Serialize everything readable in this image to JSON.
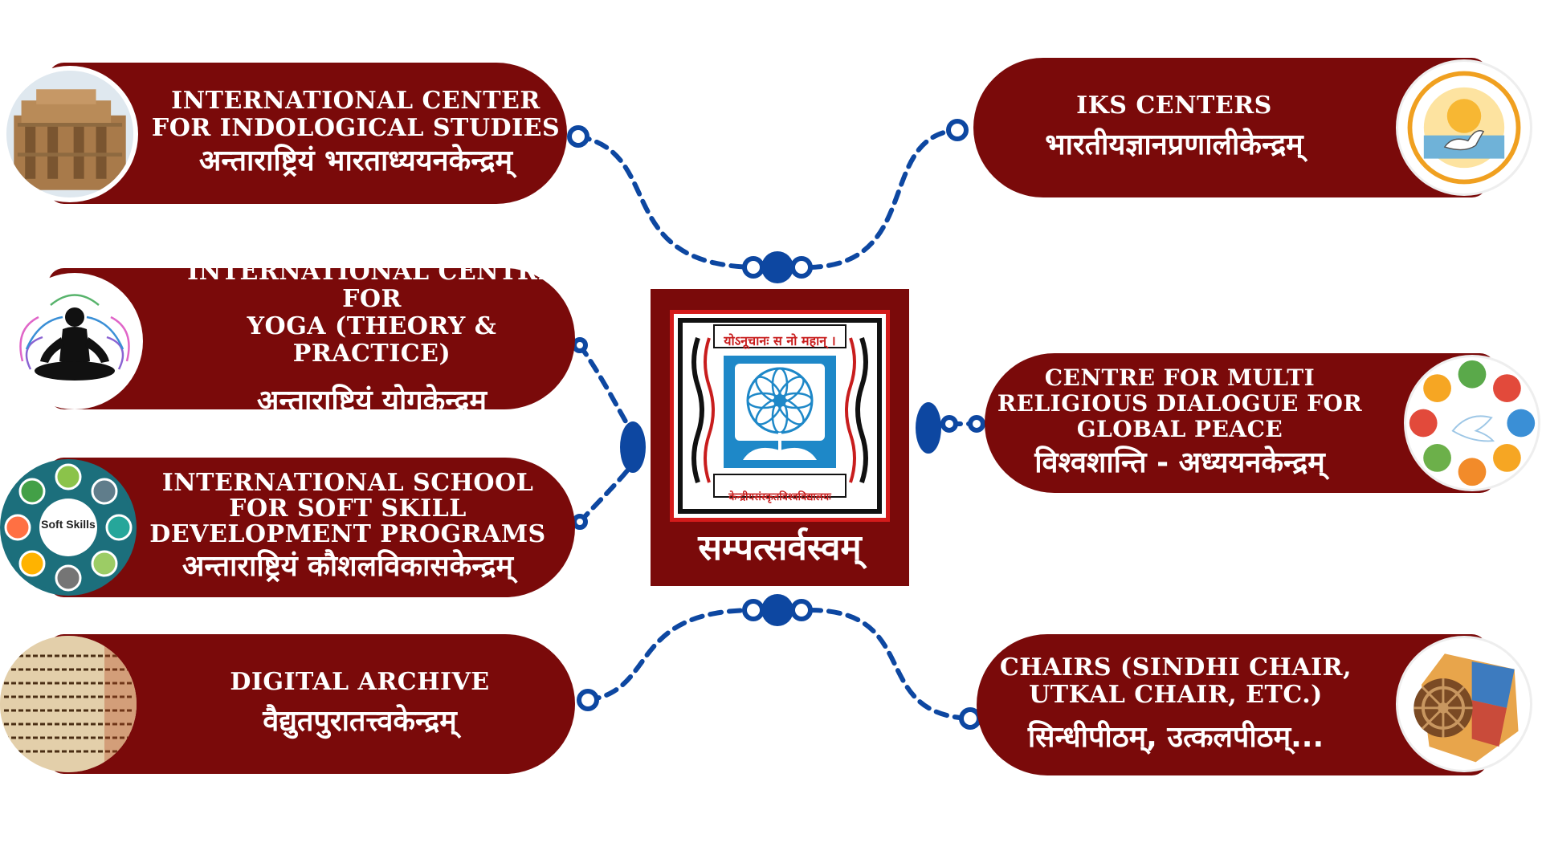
{
  "center": {
    "title": "सम्पत्सर्वस्वम्",
    "emblem_motto": "योऽनूचानः स नो महान् ।",
    "emblem_name": "केन्द्रीयसंस्कृतविश्वविद्यालयः"
  },
  "nodes": {
    "indology": {
      "en": [
        "INTERNATIONAL CENTER",
        "FOR INDOLOGICAL STUDIES"
      ],
      "sa": "अन्ताराष्ट्रियं भारताध्ययनकेन्द्रम्"
    },
    "yoga": {
      "en": [
        "INTERNATIONAL CENTRE FOR",
        "YOGA (THEORY & PRACTICE)"
      ],
      "sa": "अन्ताराष्ट्रियं योगकेन्द्रम्"
    },
    "softskill": {
      "en": [
        "INTERNATIONAL SCHOOL",
        "FOR SOFT SKILL",
        "DEVELOPMENT PROGRAMS"
      ],
      "sa": "अन्ताराष्ट्रियं कौशलविकासकेन्द्रम्",
      "badge": "Soft Skills"
    },
    "archive": {
      "en": [
        "DIGITAL ARCHIVE"
      ],
      "sa": "वैद्युतपुरातत्त्वकेन्द्रम्"
    },
    "iks": {
      "en": [
        "IKS CENTERS"
      ],
      "sa": "भारतीयज्ञानप्रणालीकेन्द्रम्"
    },
    "religion": {
      "en": [
        "CENTRE FOR MULTI",
        "RELIGIOUS DIALOGUE FOR",
        "GLOBAL PEACE"
      ],
      "sa": "विश्वशान्ति - अध्ययनकेन्द्रम्"
    },
    "chairs": {
      "en": [
        "CHAIRS (SINDHI CHAIR,",
        "UTKAL CHAIR, ETC.)"
      ],
      "sa": "सिन्धीपीठम्, उत्कलपीठम्..."
    }
  },
  "colors": {
    "pill": "#7a0a0a",
    "connector": "#0d47a1",
    "emblem_border": "#d41b1b"
  }
}
